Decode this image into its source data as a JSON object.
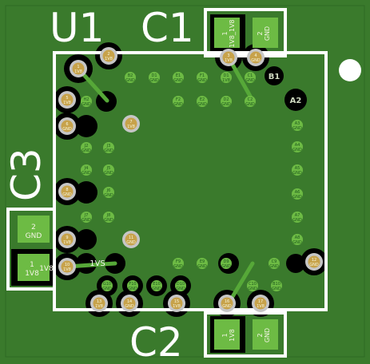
{
  "refdes": {
    "u1": "U1",
    "c1": "C1",
    "c2": "C2",
    "c3": "C3"
  },
  "pin1_marks": {
    "b1": "B1",
    "a2": "A2"
  },
  "silkscreen_text": "1VS",
  "colors": {
    "board": "#3a7a2c",
    "silkscreen": "#ffffff",
    "pad": "#6dbb44",
    "copper": "#56a838",
    "drill": "#c7a24a",
    "ring": "#c6c6c6",
    "soldermask": "#000000"
  },
  "c1_pads": [
    {
      "num": "1",
      "net": "1V8_1V8"
    },
    {
      "num": "2",
      "net": "GND"
    }
  ],
  "c2_pads": [
    {
      "num": "1",
      "net": "1V8"
    },
    {
      "num": "2",
      "net": "GND"
    }
  ],
  "c3_pads": [
    {
      "num": "2",
      "net": "GND"
    },
    {
      "num": "1",
      "net": "1V8"
    }
  ],
  "c3_pad_side": "1V8",
  "via_text": [
    {
      "id": "v1",
      "name": "1",
      "net": "1V8"
    },
    {
      "id": "v2",
      "name": "2",
      "net": "1V8"
    },
    {
      "id": "v3",
      "name": "3",
      "net": "1V8"
    },
    {
      "id": "v4",
      "name": "4",
      "net": "GND"
    },
    {
      "id": "v5",
      "name": "5",
      "net": "1V8"
    },
    {
      "id": "v6",
      "name": "6",
      "net": "GND"
    },
    {
      "id": "v7",
      "name": "7",
      "net": "1V8"
    },
    {
      "id": "v8",
      "name": "8",
      "net": "GND"
    },
    {
      "id": "v9",
      "name": "9",
      "net": "1V8"
    },
    {
      "id": "v10",
      "name": "10",
      "net": "1V8"
    },
    {
      "id": "v11",
      "name": "11",
      "net": "GND"
    },
    {
      "id": "v12",
      "name": "12",
      "net": "GND"
    },
    {
      "id": "v13",
      "name": "13",
      "net": "1V8"
    },
    {
      "id": "v14",
      "name": "14",
      "net": "GND"
    },
    {
      "id": "v15",
      "name": "15",
      "net": "1V8"
    },
    {
      "id": "v16",
      "name": "16",
      "net": "GND"
    },
    {
      "id": "v17",
      "name": "17",
      "net": "1V8"
    }
  ],
  "ball_grid": {
    "top_row_names": [
      "B2",
      "D1",
      "E1",
      "F1",
      "D1",
      "C1"
    ],
    "top_row_nets": [
      "GND",
      "GND",
      "GND",
      "GND",
      "1V8",
      "GND"
    ],
    "second_row_names": [
      "F2",
      "E2",
      "D2",
      "C2"
    ],
    "second_row_nets": [
      "GND",
      "GND",
      "GND",
      "GND"
    ],
    "right_col_names": [
      "A3",
      "A4",
      "A5",
      "A6",
      "A7",
      "A8"
    ],
    "right_col_nets": [
      "GND",
      "GND",
      "GND",
      "GND",
      "GND",
      "GND"
    ],
    "left_col_names": [
      "H2",
      "J2",
      "J3",
      "J4",
      "J5",
      "J6",
      "J7",
      "J8"
    ],
    "left_col_nets": [
      "GND",
      "GND",
      "GND",
      "GND",
      "GND",
      "GND",
      "GND",
      "GND"
    ],
    "bottom_row_names": [
      "G10",
      "F10",
      "E10",
      "D10",
      "C10",
      "B10"
    ],
    "bottom_row_nets": [
      "GND",
      "GND",
      "GND",
      "GND",
      "GND",
      "GND"
    ],
    "third_row_names": [
      "F9",
      "E9",
      "D9",
      "C9"
    ],
    "third_row_nets": [
      "GND",
      "GND",
      "GND",
      "GND"
    ]
  }
}
